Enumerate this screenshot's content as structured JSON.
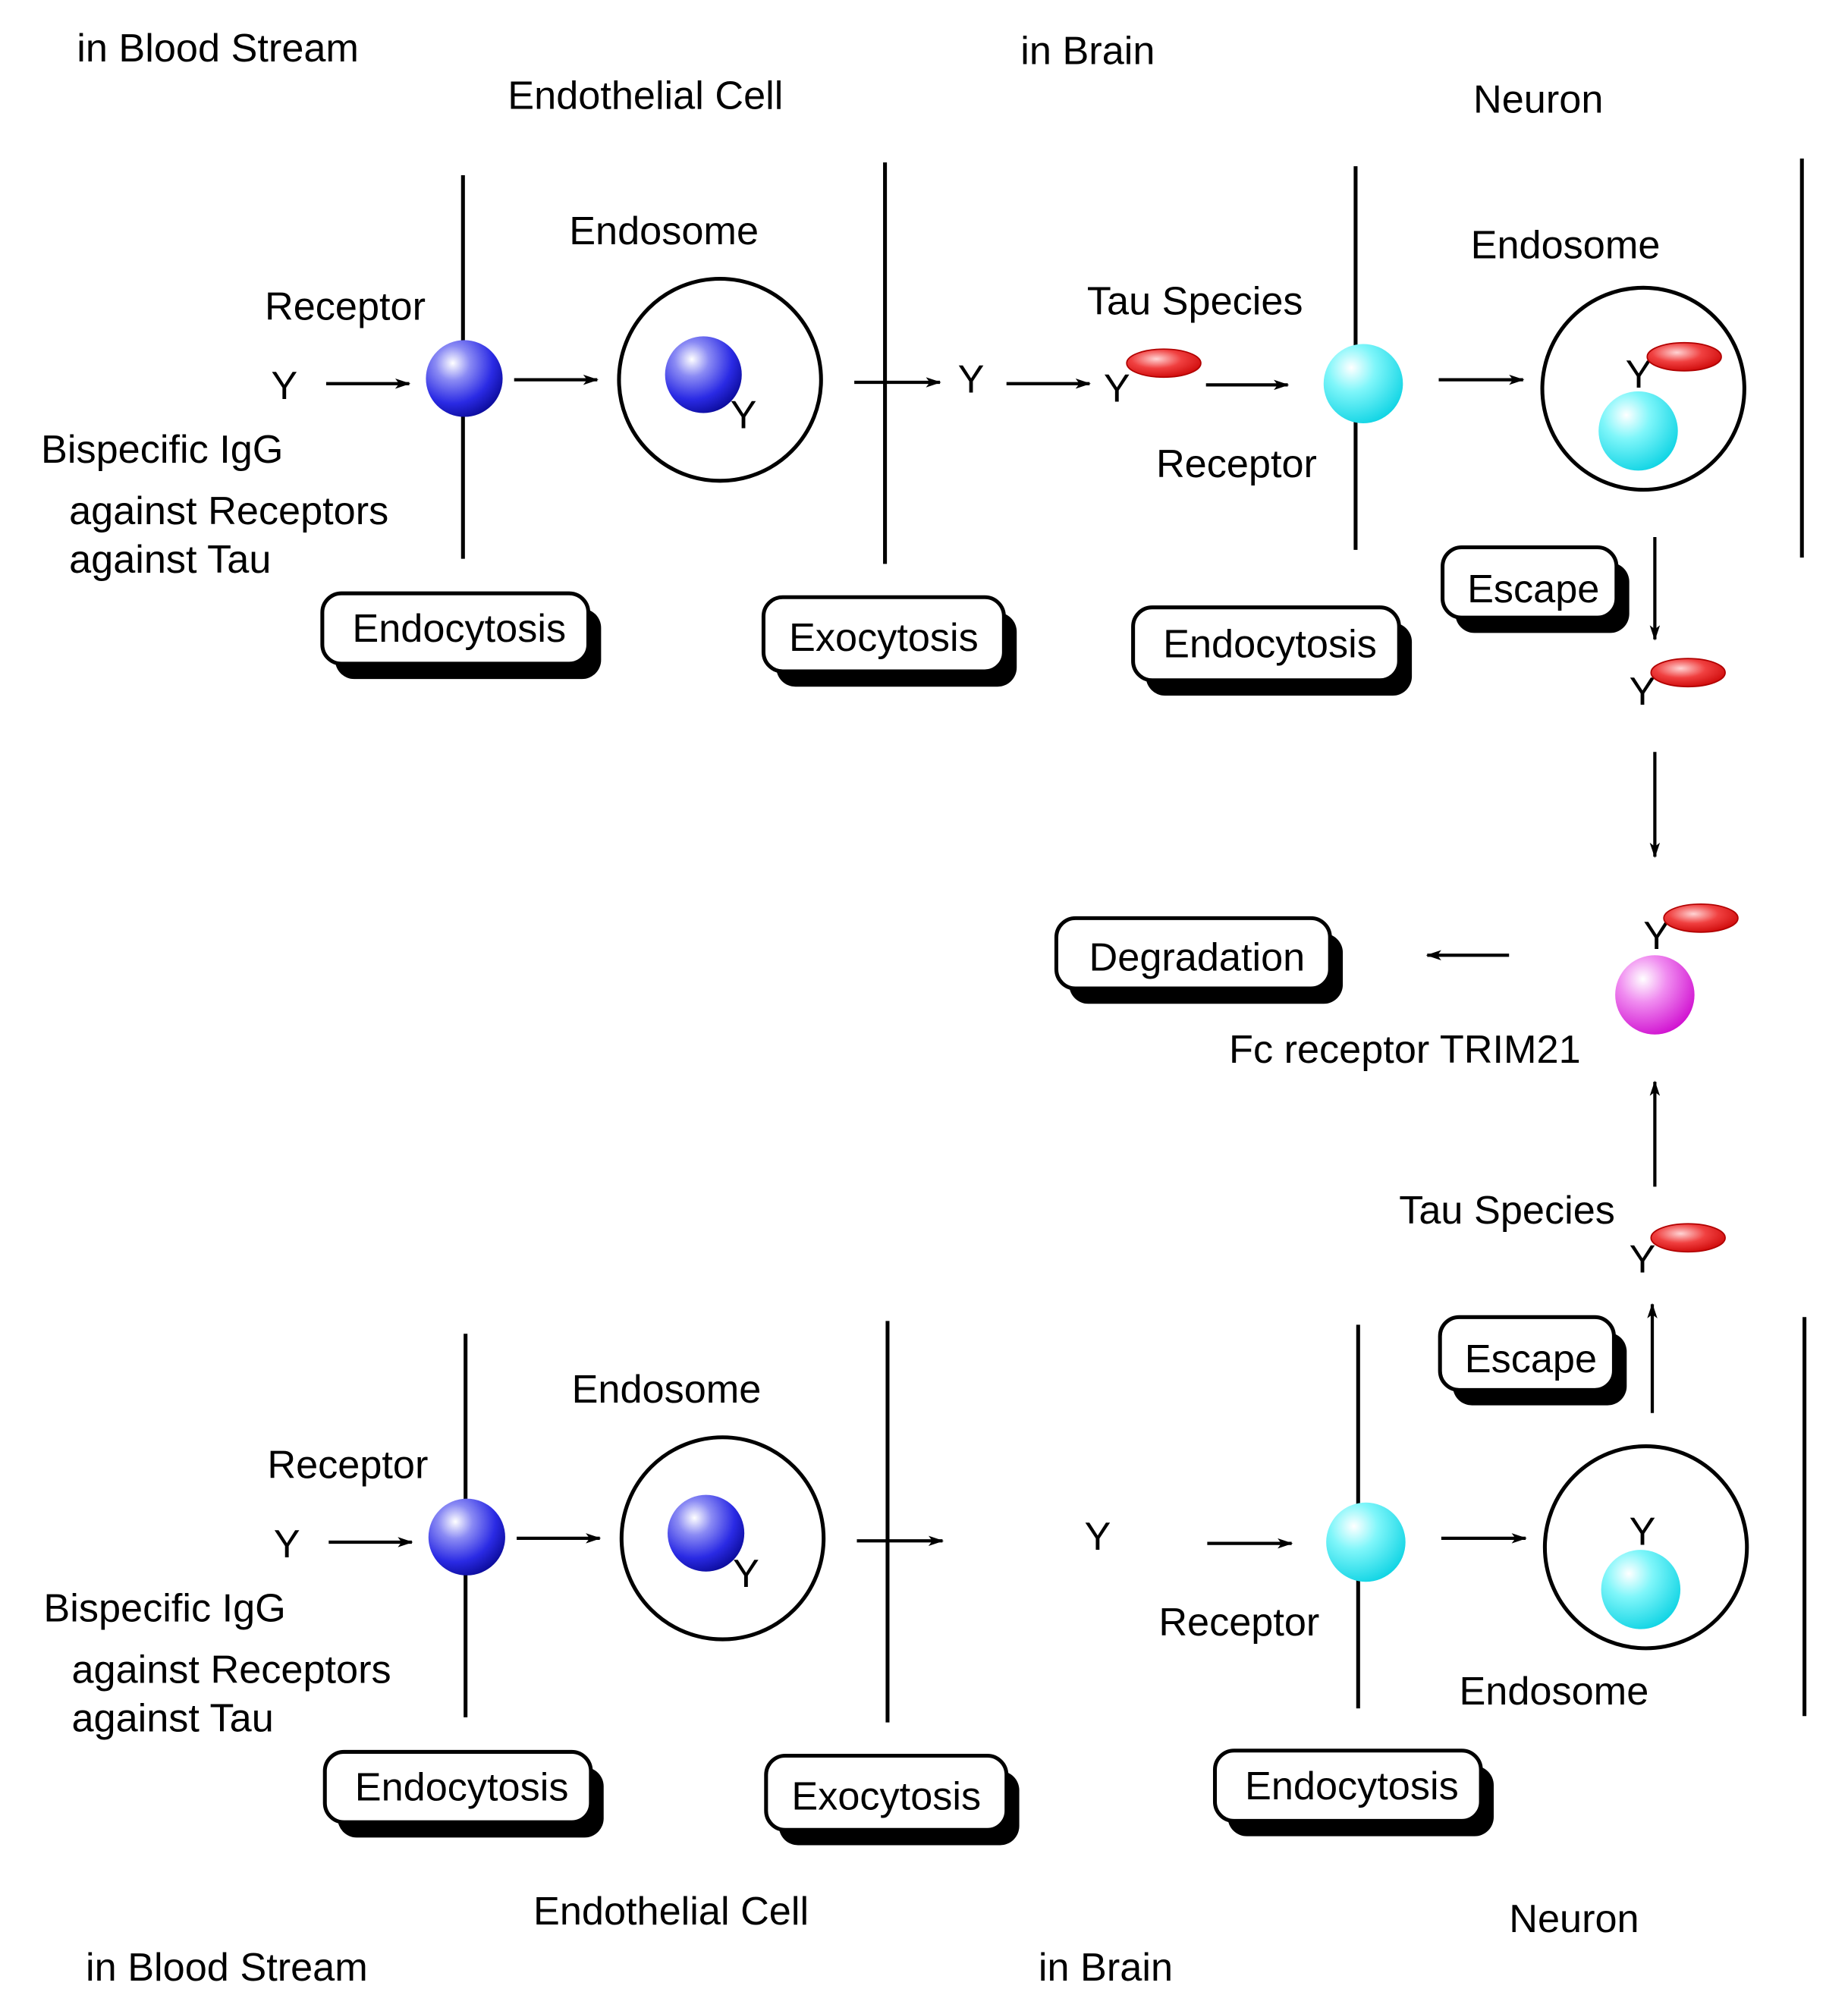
{
  "labels": {
    "in_blood_stream": "in Blood Stream",
    "endothelial_cell": "Endothelial Cell",
    "in_brain": "in Brain",
    "neuron": "Neuron",
    "endosome": "Endosome",
    "receptor": "Receptor",
    "bispecific_igg": "Bispecific IgG",
    "against_receptors": "against Receptors",
    "against_tau": "against Tau",
    "tau_species": "Tau Species",
    "fc_receptor": "Fc receptor TRIM21",
    "antibody_symbol": "Y"
  },
  "boxes": {
    "endocytosis": "Endocytosis",
    "exocytosis": "Exocytosis",
    "escape": "Escape",
    "degradation": "Degradation"
  },
  "colors": {
    "blood_receptor": "#2020e0",
    "neuron_receptor": "#10e8f0",
    "tau": "#e01010",
    "trim21": "#e020e0"
  },
  "icons": {
    "antibody": "y-shaped-antibody-icon",
    "tau": "red-ellipse-icon",
    "receptor": "sphere-icon"
  }
}
